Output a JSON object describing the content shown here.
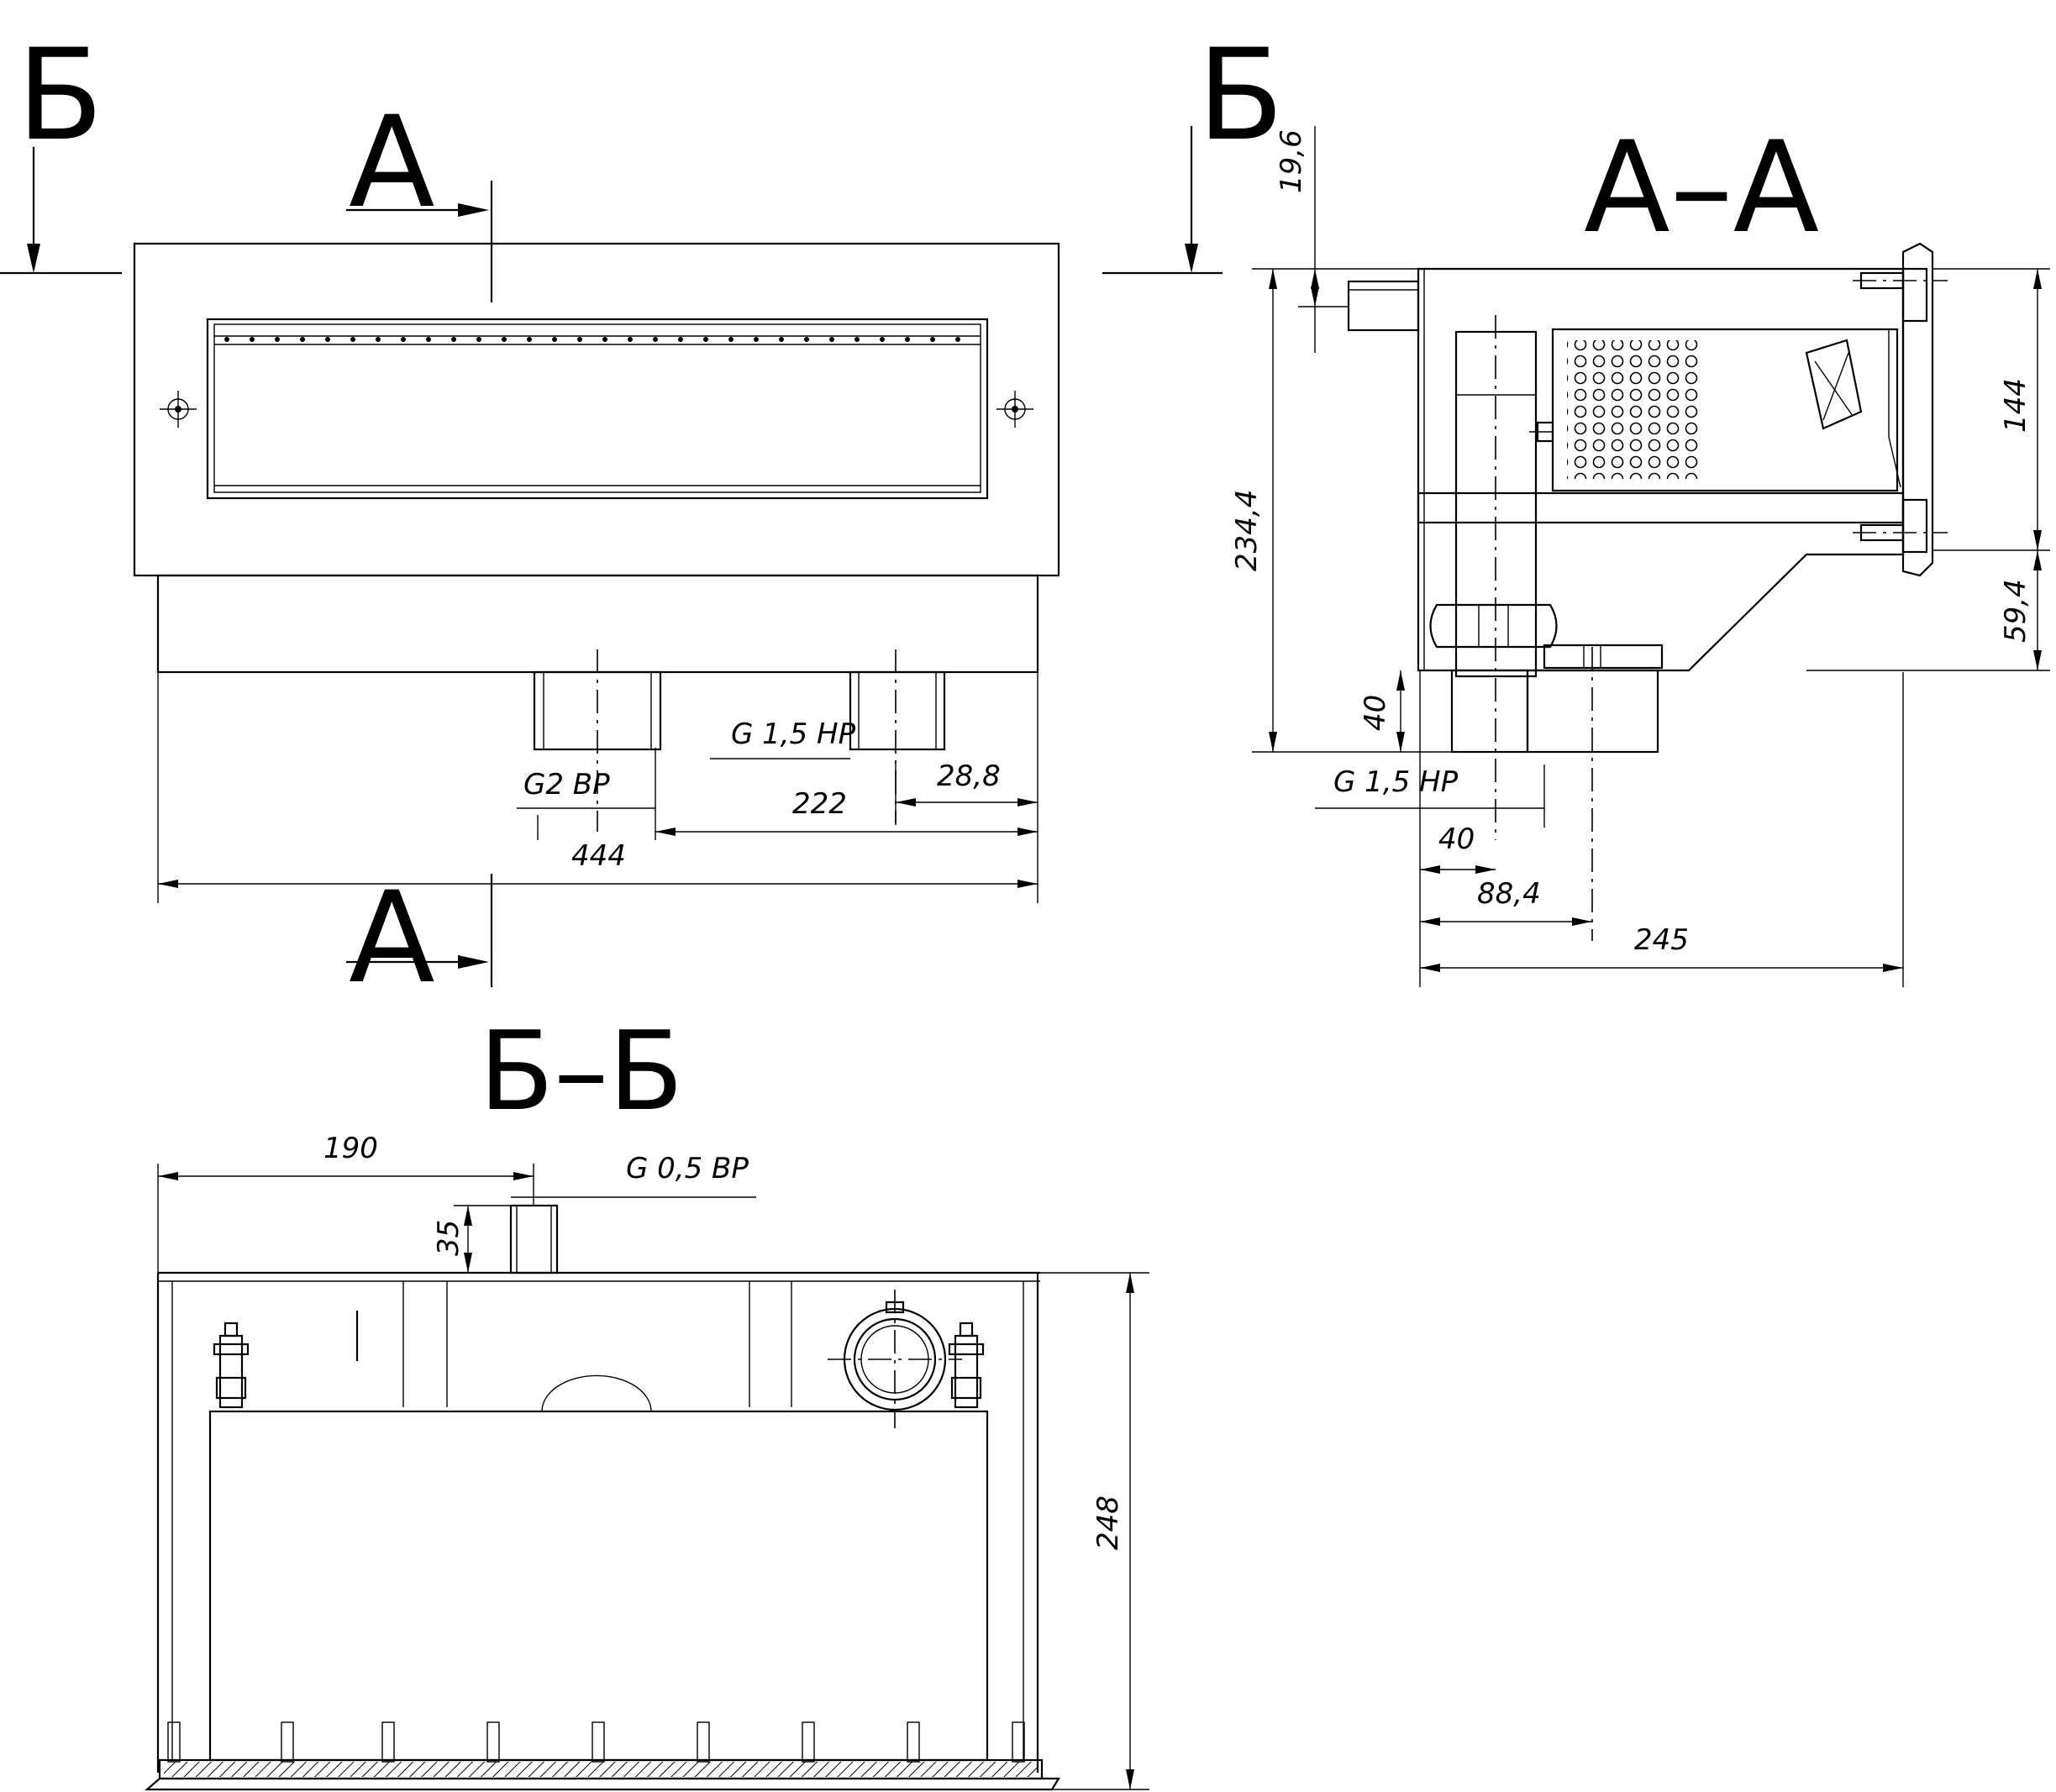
{
  "section_marks": {
    "b_left": "Б",
    "b_right": "Б",
    "a_top": "А",
    "a_bottom": "А"
  },
  "view_titles": {
    "section_a": "А–А",
    "section_b": "Б–Б"
  },
  "front_view": {
    "labels": {
      "outlet_right": "G 1,5 НР",
      "outlet_left": "G2 ВР"
    },
    "dims": {
      "d_28_8": "28,8",
      "d_222": "222",
      "d_444": "444"
    }
  },
  "section_a_view": {
    "labels": {
      "outlet_bottom": "G 1,5 НР"
    },
    "dims": {
      "d_19_6": "19,6",
      "d_234_4": "234,4",
      "d_144": "144",
      "d_59_4": "59,4",
      "d_40_v": "40",
      "d_40_h": "40",
      "d_88_4": "88,4",
      "d_245": "245"
    }
  },
  "section_b_view": {
    "labels": {
      "port_top": "G 0,5 ВР"
    },
    "dims": {
      "d_190": "190",
      "d_35": "35",
      "d_248": "248"
    }
  }
}
